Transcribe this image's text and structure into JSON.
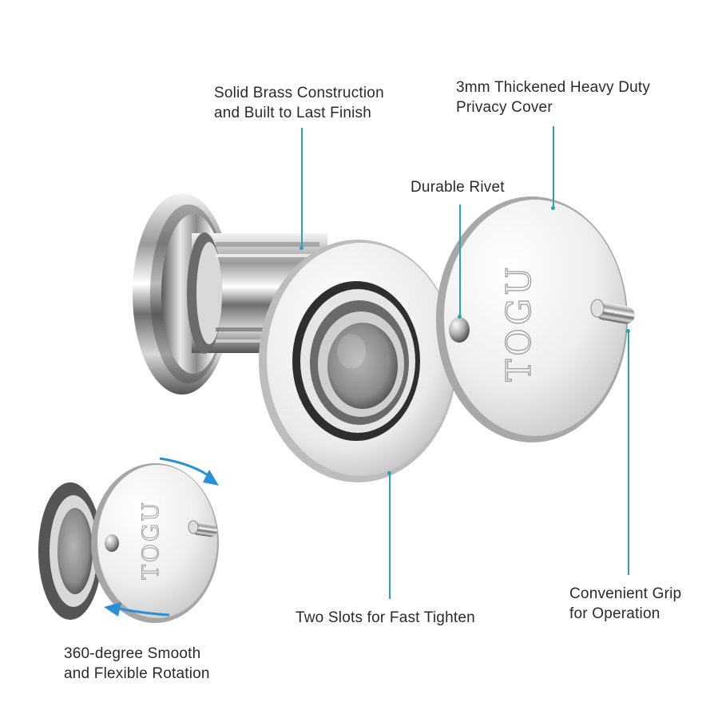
{
  "brand": {
    "engraving": "TOGU",
    "accent_color": "#2aa3b3"
  },
  "callouts": {
    "solid_brass": {
      "line1": "Solid Brass Construction",
      "line2": "and Built to Last Finish"
    },
    "privacy_cover": {
      "line1": "3mm Thickened Heavy Duty",
      "line2": "Privacy Cover"
    },
    "durable_rivet": {
      "line1": "Durable Rivet"
    },
    "convenient_grip": {
      "line1": "Convenient Grip",
      "line2": "for Operation"
    },
    "two_slots": {
      "line1": "Two Slots for Fast Tighten"
    },
    "rotation": {
      "line1": "360-degree Smooth",
      "line2": "and Flexible Rotation"
    }
  },
  "icons": [
    "rotation-arrow-icon"
  ]
}
